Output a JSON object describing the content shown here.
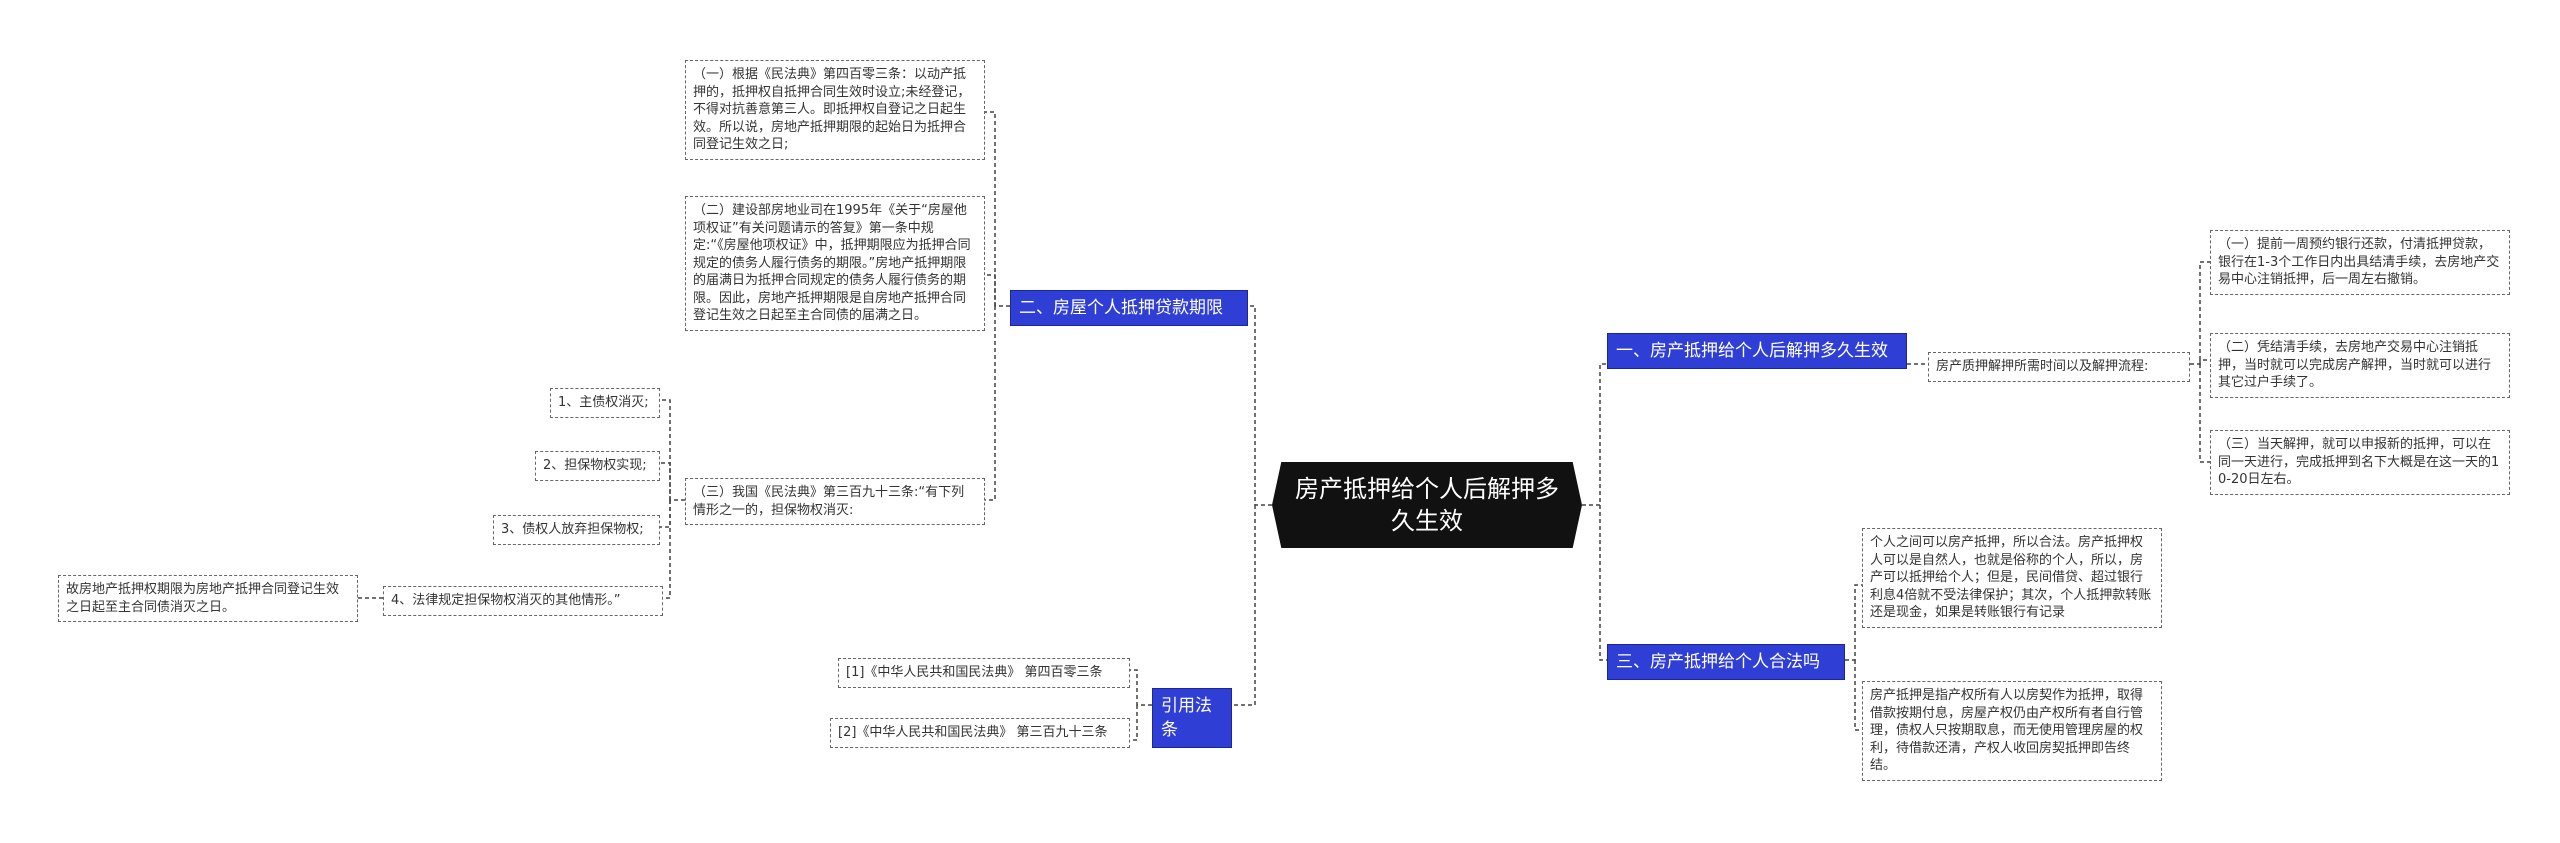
{
  "root": {
    "title": "房产抵押给个人后解押多久生效"
  },
  "branches": {
    "b1": {
      "label": "二、房屋个人抵押贷款期限"
    },
    "b2": {
      "label": "引用法条"
    },
    "b3": {
      "label": "一、房产抵押给个人后解押多久生效"
    },
    "b4": {
      "label": "三、房产抵押给个人合法吗"
    }
  },
  "leaves": {
    "b1_l1": "（一）根据《民法典》第四百零三条：以动产抵押的，抵押权自抵押合同生效时设立;未经登记，不得对抗善意第三人。即抵押权自登记之日起生效。所以说，房地产抵押期限的起始日为抵押合同登记生效之日;",
    "b1_l2": "（二）建设部房地业司在1995年《关于“房屋他项权证”有关问题请示的答复》第一条中规定:“《房屋他项权证》中，抵押期限应为抵押合同规定的债务人履行债务的期限。”房地产抵押期限的届满日为抵押合同规定的债务人履行债务的期限。因此，房地产抵押期限是自房地产抵押合同登记生效之日起至主合同债的届满之日。",
    "b1_l3": "（三）我国《民法典》第三百九十三条:“有下列情形之一的，担保物权消灭:",
    "b1_l3_s1": "1、主债权消灭;",
    "b1_l3_s2": "2、担保物权实现;",
    "b1_l3_s3": "3、债权人放弃担保物权;",
    "b1_l3_s4": "4、法律规定担保物权消灭的其他情形。”",
    "b1_l3_s4_n": "故房地产抵押权期限为房地产抵押合同登记生效之日起至主合同债消灭之日。",
    "b2_l1": "[1]《中华人民共和国民法典》 第四百零三条",
    "b2_l2": "[2]《中华人民共和国民法典》 第三百九十三条",
    "b3_l1": "房产质押解押所需时间以及解押流程:",
    "b3_l1_s1": "（一）提前一周预约银行还款，付清抵押贷款，银行在1-3个工作日内出具结清手续，去房地产交易中心注销抵押，后一周左右撤销。",
    "b3_l1_s2": "（二）凭结清手续，去房地产交易中心注销抵押，当时就可以完成房产解押，当时就可以进行其它过户手续了。",
    "b3_l1_s3": "（三）当天解押，就可以申报新的抵押，可以在同一天进行，完成抵押到名下大概是在这一天的10-20日左右。",
    "b4_l1": "个人之间可以房产抵押，所以合法。房产抵押权人可以是自然人，也就是俗称的个人，所以，房产可以抵押给个人；但是，民间借贷、超过银行利息4倍就不受法律保护；其次，个人抵押款转账还是现金，如果是转账银行有记录",
    "b4_l2": "房产抵押是指产权所有人以房契作为抵押，取得借款按期付息，房屋产权仍由产权所有者自行管理，债权人只按期取息，而无使用管理房屋的权利，待借款还清，产权人收回房契抵押即告终结。"
  }
}
